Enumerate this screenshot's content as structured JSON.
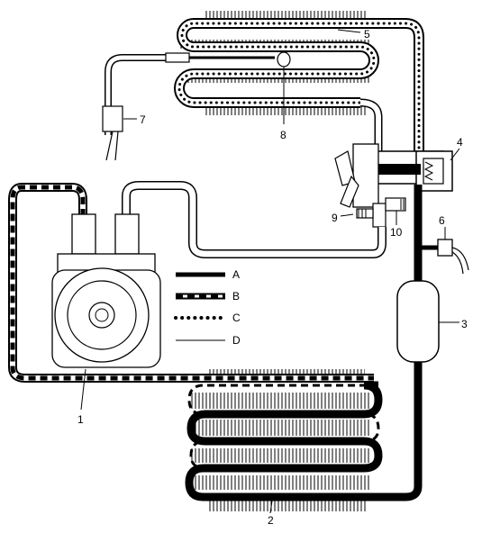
{
  "components": [
    {
      "id": "1",
      "label": "1"
    },
    {
      "id": "2",
      "label": "2"
    },
    {
      "id": "3",
      "label": "3"
    },
    {
      "id": "4",
      "label": "4"
    },
    {
      "id": "5",
      "label": "5"
    },
    {
      "id": "6",
      "label": "6"
    },
    {
      "id": "7",
      "label": "7"
    },
    {
      "id": "8",
      "label": "8"
    },
    {
      "id": "9",
      "label": "9"
    },
    {
      "id": "10",
      "label": "10"
    }
  ],
  "legend": [
    {
      "key": "A",
      "label": "A",
      "style": "solid-thick"
    },
    {
      "key": "B",
      "label": "B",
      "style": "dashed-thick"
    },
    {
      "key": "C",
      "label": "C",
      "style": "dotted"
    },
    {
      "key": "D",
      "label": "D",
      "style": "thin-outline"
    }
  ],
  "colors": {
    "ink": "#000000",
    "paper": "#ffffff"
  }
}
